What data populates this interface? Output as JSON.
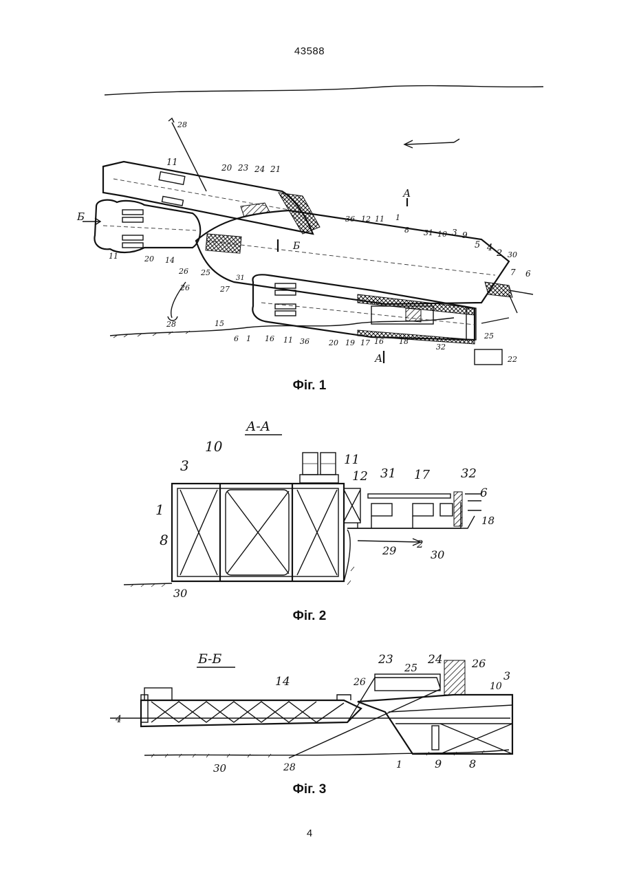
{
  "document": {
    "number": "43588",
    "page_number": "4"
  },
  "figures": [
    {
      "caption": "Фіг. 1",
      "labels": [
        "28",
        "11",
        "20",
        "23",
        "24",
        "21",
        "А",
        "36",
        "12",
        "11",
        "1",
        "8",
        "31",
        "10",
        "3",
        "9",
        "5",
        "4",
        "2",
        "30",
        "7",
        "6",
        "Б",
        "11",
        "20",
        "14",
        "26",
        "25",
        "Б",
        "26",
        "27",
        "31",
        "28",
        "15",
        "6",
        "1",
        "16",
        "11",
        "36",
        "20",
        "19",
        "17",
        "16",
        "18",
        "25",
        "32",
        "А",
        "22"
      ]
    },
    {
      "caption": "Фіг. 2",
      "section_title": "А-А",
      "labels": [
        "10",
        "3",
        "1",
        "8",
        "11",
        "12",
        "31",
        "17",
        "32",
        "6",
        "18",
        "29",
        "2",
        "30",
        "30"
      ]
    },
    {
      "caption": "Фіг. 3",
      "section_title": "Б-Б",
      "labels": [
        "23",
        "26",
        "25",
        "24",
        "26",
        "10",
        "3",
        "14",
        "4",
        "30",
        "28",
        "1",
        "9",
        "8"
      ]
    }
  ]
}
